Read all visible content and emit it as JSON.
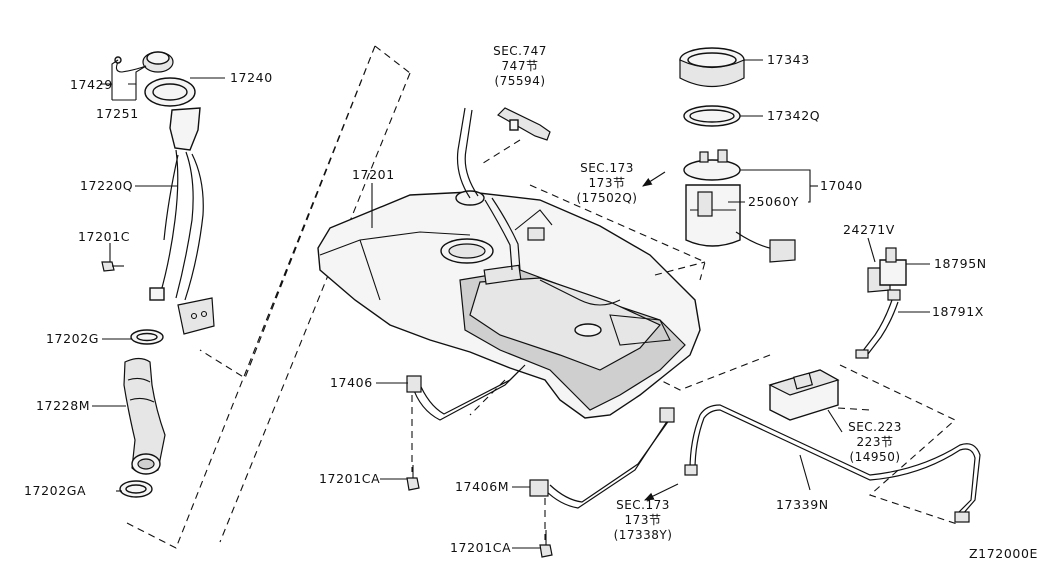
{
  "diagram_id": "Z172000E",
  "parts": {
    "p17429": "17429",
    "p17240": "17240",
    "p17251": "17251",
    "p17220Q": "17220Q",
    "p17201C": "17201C",
    "p17202G": "17202G",
    "p17228M": "17228M",
    "p17202GA": "17202GA",
    "p17201": "17201",
    "p17406": "17406",
    "p17201CA_a": "17201CA",
    "p17406M": "17406M",
    "p17201CA_b": "17201CA",
    "p17343": "17343",
    "p17342Q": "17342Q",
    "p17040": "17040",
    "p25060Y": "25060Y",
    "p24271V": "24271V",
    "p18795N": "18795N",
    "p18791X": "18791X",
    "p17339N": "17339N"
  },
  "section_refs": {
    "sec747": {
      "line1": "SEC.747",
      "line2": "747节",
      "line3": "(75594)"
    },
    "sec173_top": {
      "line1": "SEC.173",
      "line2": "173节",
      "line3": "(17502Q)"
    },
    "sec223": {
      "line1": "SEC.223",
      "line2": "223节",
      "line3": "(14950)"
    },
    "sec173_bottom": {
      "line1": "SEC.173",
      "line2": "173节",
      "line3": "(17338Y)"
    }
  }
}
